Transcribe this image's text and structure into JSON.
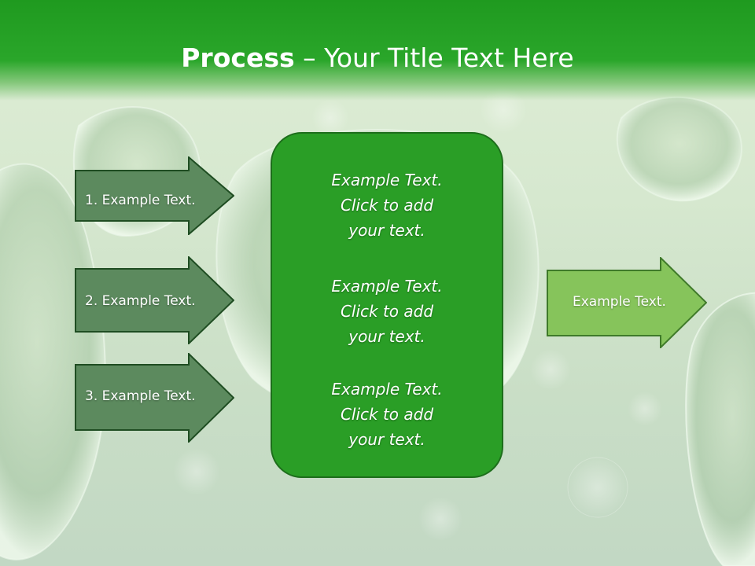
{
  "slide": {
    "title_bold": "Process",
    "title_rest": " – Your Title Text Here"
  },
  "left_arrows": [
    {
      "label": "1. Example Text."
    },
    {
      "label": "2. Example Text."
    },
    {
      "label": "3. Example Text."
    }
  ],
  "center_box": {
    "blocks": [
      {
        "lines": [
          "Example Text.",
          "Click  to add",
          "your text."
        ]
      },
      {
        "lines": [
          "Example Text.",
          "Click  to add",
          "your text."
        ]
      },
      {
        "lines": [
          "Example Text.",
          "Click  to add",
          "your text."
        ]
      }
    ]
  },
  "right_arrow": {
    "label": "Example Text."
  },
  "colors": {
    "title_bar": "#2aa62a",
    "left_arrow_fill": "#5c8a5e",
    "arrow_border": "#1f4d22",
    "center_box_fill": "#2a9e26",
    "right_arrow_fill": "#86c45b"
  }
}
